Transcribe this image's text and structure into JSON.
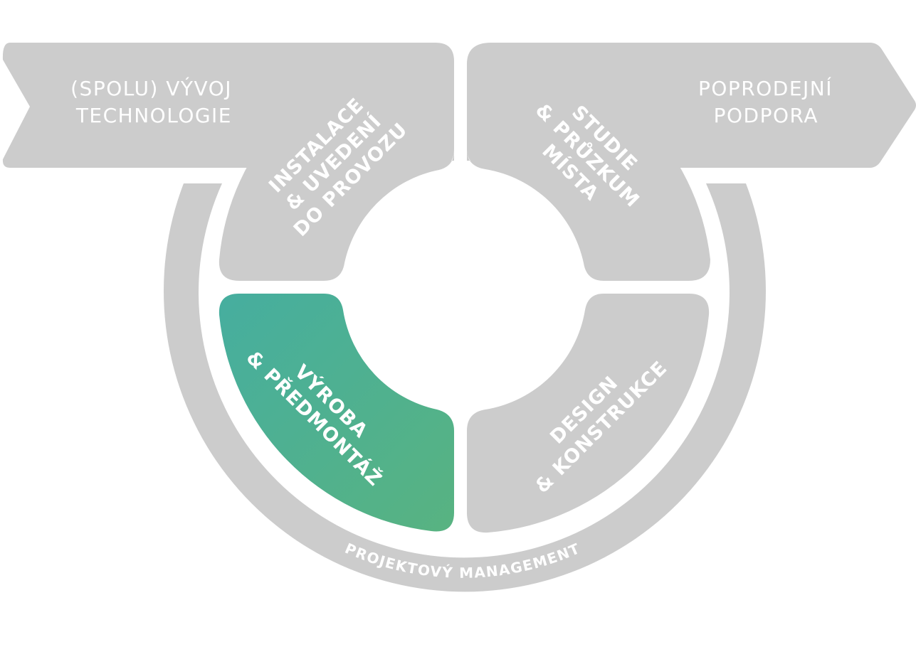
{
  "colors": {
    "gray": "#cccccc",
    "active_start": "#46ae9f",
    "active_end": "#58b381",
    "text": "#ffffff"
  },
  "arrows": {
    "left": {
      "line1": "(SPOLU) VÝVOJ",
      "line2": "TECHNOLOGIE"
    },
    "right": {
      "line1": "POPRODEJNÍ",
      "line2": "PODPORA"
    }
  },
  "segments": {
    "top_left": {
      "lines": [
        "INSTALACE",
        "& UVEDENÍ",
        "DO PROVOZU"
      ],
      "active": false
    },
    "top_right": {
      "lines": [
        "STUDIE",
        "& PRŮZKUM",
        "MÍSTA"
      ],
      "active": false
    },
    "bottom_right": {
      "lines": [
        "DESIGN",
        "& KONSTRUKCE"
      ],
      "active": false
    },
    "bottom_left": {
      "lines": [
        "VÝROBA",
        "& PŘEDMONTÁŽ"
      ],
      "active": true
    }
  },
  "ring": {
    "label": "PROJEKTOVÝ MANAGEMENT"
  }
}
